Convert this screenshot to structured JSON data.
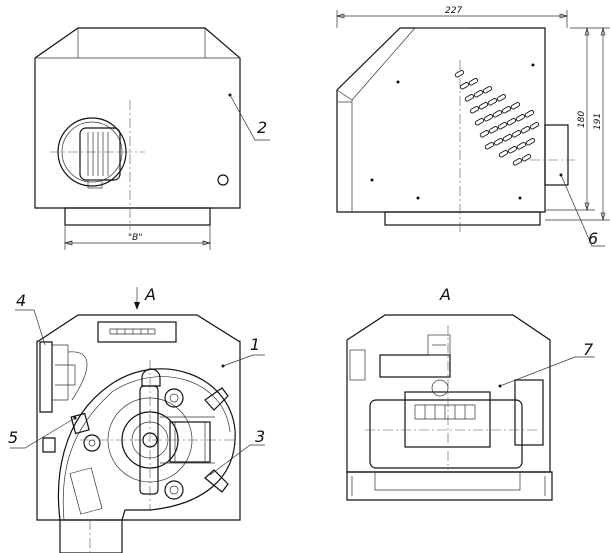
{
  "drawing": {
    "callouts": {
      "housing": "1",
      "cover": "2",
      "motor": "3",
      "terminal_block": "4",
      "connector": "5",
      "outlet": "6",
      "capacitor": "7"
    },
    "view_arrow_label": "A",
    "view_title": "A",
    "dimensions": {
      "width": "227",
      "height_inner": "180",
      "height_total": "191",
      "outlet_width": "\"B\""
    }
  }
}
